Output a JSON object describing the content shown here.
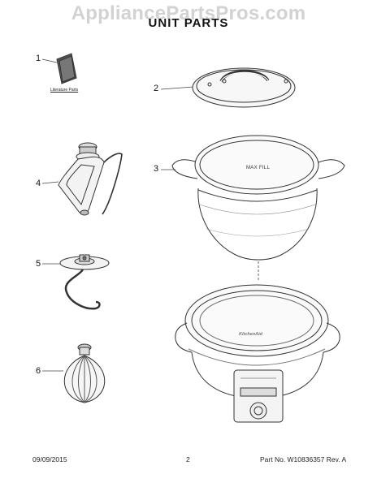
{
  "watermark": "AppliancePartsPros.com",
  "title": "UNIT PARTS",
  "callouts": [
    "1",
    "2",
    "3",
    "4",
    "5",
    "6"
  ],
  "labels": {
    "literature": "Literature Parts",
    "max_fill": "MAX FILL",
    "brand": "KitchenAid"
  },
  "footer": {
    "date": "09/09/2015",
    "page": "2",
    "part": "Part No.  W10836357  Rev.  A"
  }
}
